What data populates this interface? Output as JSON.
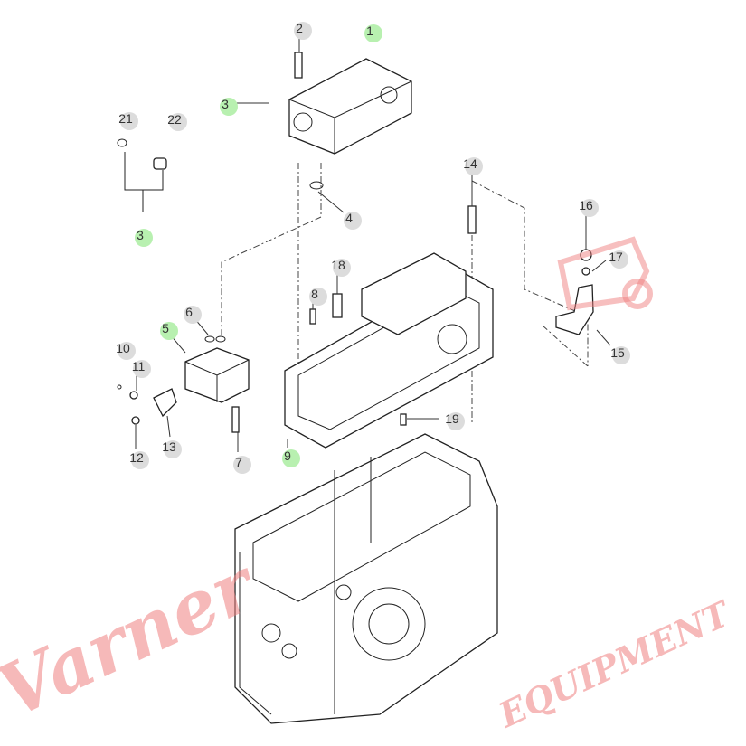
{
  "diagram": {
    "callouts": [
      {
        "id": "c1",
        "label": "1",
        "highlight": true
      },
      {
        "id": "c2",
        "label": "2",
        "highlight": false
      },
      {
        "id": "c3a",
        "label": "3",
        "highlight": true
      },
      {
        "id": "c21",
        "label": "21",
        "highlight": false
      },
      {
        "id": "c22",
        "label": "22",
        "highlight": false
      },
      {
        "id": "c3b",
        "label": "3",
        "highlight": true
      },
      {
        "id": "c4",
        "label": "4",
        "highlight": false
      },
      {
        "id": "c14",
        "label": "14",
        "highlight": false
      },
      {
        "id": "c16",
        "label": "16",
        "highlight": false
      },
      {
        "id": "c17",
        "label": "17",
        "highlight": false
      },
      {
        "id": "c15",
        "label": "15",
        "highlight": false
      },
      {
        "id": "c18",
        "label": "18",
        "highlight": false
      },
      {
        "id": "c8",
        "label": "8",
        "highlight": false
      },
      {
        "id": "c6",
        "label": "6",
        "highlight": false
      },
      {
        "id": "c5",
        "label": "5",
        "highlight": true
      },
      {
        "id": "c10",
        "label": "10",
        "highlight": false
      },
      {
        "id": "c11",
        "label": "11",
        "highlight": false
      },
      {
        "id": "c13",
        "label": "13",
        "highlight": false
      },
      {
        "id": "c12",
        "label": "12",
        "highlight": false
      },
      {
        "id": "c7",
        "label": "7",
        "highlight": false
      },
      {
        "id": "c9",
        "label": "9",
        "highlight": true
      },
      {
        "id": "c19",
        "label": "19",
        "highlight": false
      }
    ],
    "colors": {
      "highlight": "#b8f0b0",
      "normal": "#dcdcdc",
      "watermark": "#f08080"
    },
    "watermark_text": "Varner Equipment"
  }
}
